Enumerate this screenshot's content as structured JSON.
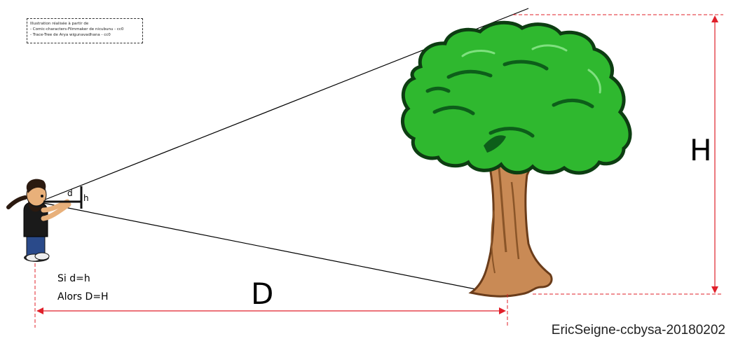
{
  "credits": {
    "line1": "Illustration réalisée à partir de",
    "line2": "- Comic-characters-Filmmaker de nicubunu - cc0",
    "line3": "- Trace-Tree de Arya wigunavadhana - cc0"
  },
  "labels": {
    "small_d": "d",
    "small_h": "h",
    "condition_line1": "Si d=h",
    "condition_line2": "Alors D=H",
    "distance": "D",
    "height": "H"
  },
  "footer": "EricSeigne-ccbysa-20180202",
  "colors": {
    "measure_red": "#e0202a",
    "foliage": "#2fb82f",
    "foliage_dark": "#0d5e1a",
    "trunk": "#c98a55",
    "trunk_dark": "#6a3c1a",
    "shirt": "#1a1a1a",
    "jeans": "#2a4a8a"
  }
}
